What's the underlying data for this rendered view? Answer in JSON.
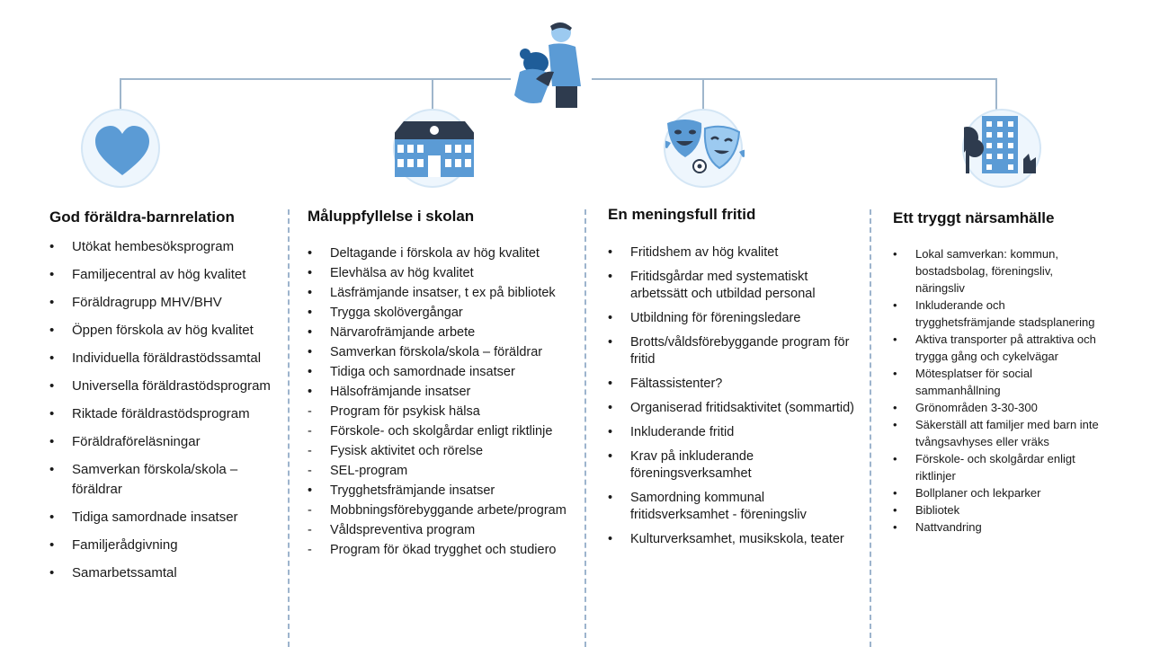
{
  "colors": {
    "accent": "#5b9bd5",
    "connector": "#9fb6cc",
    "divider": "#9db4cd",
    "icon_circle": "#eef6fd",
    "dark": "#2e3b4e"
  },
  "top_icon": "parent-with-child-icon",
  "columns": [
    {
      "icon": "heart-icon",
      "title": "God föräldra-barnrelation",
      "items": [
        {
          "text": "Utökat hembesöksprogram",
          "marker": "bullet"
        },
        {
          "text": "Familjecentral av hög kvalitet",
          "marker": "bullet"
        },
        {
          "text": "Föräldragrupp MHV/BHV",
          "marker": "bullet"
        },
        {
          "text": "Öppen förskola av hög kvalitet",
          "marker": "bullet"
        },
        {
          "text": "Individuella föräldrastödssamtal",
          "marker": "bullet"
        },
        {
          "text": "Universella föräldrastödsprogram",
          "marker": "bullet"
        },
        {
          "text": "Riktade föräldrastödsprogram",
          "marker": "bullet"
        },
        {
          "text": "Föräldraföreläsningar",
          "marker": "bullet"
        },
        {
          "text": "Samverkan förskola/skola – föräldrar",
          "marker": "bullet"
        },
        {
          "text": "Tidiga samordnade insatser",
          "marker": "bullet"
        },
        {
          "text": "Familjerådgivning",
          "marker": "bullet"
        },
        {
          "text": "Samarbetssamtal",
          "marker": "bullet"
        }
      ]
    },
    {
      "icon": "school-building-icon",
      "title": "Måluppfyllelse  i skolan",
      "items": [
        {
          "text": "Deltagande i förskola av hög kvalitet",
          "marker": "bullet"
        },
        {
          "text": "Elevhälsa av hög kvalitet",
          "marker": "bullet"
        },
        {
          "text": "Läsfrämjande insatser, t ex på bibliotek",
          "marker": "bullet"
        },
        {
          "text": "Trygga skolövergångar",
          "marker": "bullet"
        },
        {
          "text": "Närvarofrämjande arbete",
          "marker": "bullet"
        },
        {
          "text": "Samverkan förskola/skola –  föräldrar",
          "marker": "bullet"
        },
        {
          "text": "Tidiga och samordnade insatser",
          "marker": "bullet"
        },
        {
          "text": "Hälsofrämjande insatser",
          "marker": "bullet"
        },
        {
          "text": "Program för psykisk hälsa",
          "marker": "dash"
        },
        {
          "text": "Förskole- och skolgårdar enligt riktlinje",
          "marker": "dash"
        },
        {
          "text": "Fysisk aktivitet och rörelse",
          "marker": "dash"
        },
        {
          "text": "SEL-program",
          "marker": "dash"
        },
        {
          "text": "Trygghetsfrämjande  insatser",
          "marker": "bullet"
        },
        {
          "text": "Mobbningsförebyggande arbete/program",
          "marker": "dash"
        },
        {
          "text": "Våldspreventiva program",
          "marker": "dash"
        },
        {
          "text": "Program för ökad trygghet och studiero",
          "marker": "dash"
        }
      ]
    },
    {
      "icon": "theater-masks-icon",
      "title": "En meningsfull fritid",
      "items": [
        {
          "text": "Fritidshem av hög kvalitet",
          "marker": "bullet"
        },
        {
          "text": "Fritidsgårdar med systematiskt arbetssätt och utbildad personal",
          "marker": "bullet"
        },
        {
          "text": "Utbildning för föreningsledare",
          "marker": "bullet"
        },
        {
          "text": "Brotts/våldsförebyggande program för fritid",
          "marker": "bullet"
        },
        {
          "text": "Fältassistenter?",
          "marker": "bullet"
        },
        {
          "text": "Organiserad fritidsaktivitet (sommartid)",
          "marker": "bullet"
        },
        {
          "text": "Inkluderande fritid",
          "marker": "bullet"
        },
        {
          "text": "Krav på inkluderande föreningsverksamhet",
          "marker": "bullet"
        },
        {
          "text": "Samordning kommunal fritidsverksamhet - föreningsliv",
          "marker": "bullet"
        },
        {
          "text": "Kulturverksamhet, musikskola, teater",
          "marker": "bullet"
        }
      ]
    },
    {
      "icon": "city-building-tree-icon",
      "title": "Ett tryggt närsamhälle",
      "items": [
        {
          "text": "Lokal samverkan: kommun, bostadsbolag, föreningsliv, näringsliv",
          "marker": "bullet"
        },
        {
          "text": "Inkluderande och trygghetsfrämjande stadsplanering",
          "marker": "bullet"
        },
        {
          "text": "Aktiva transporter på attraktiva och trygga gång och cykelvägar",
          "marker": "bullet"
        },
        {
          "text": "Mötesplatser för social sammanhållning",
          "marker": "bullet"
        },
        {
          "text": "Grönområden  3-30-300",
          "marker": "bullet"
        },
        {
          "text": "Säkerställ att familjer med barn inte tvångsavhyses eller vräks",
          "marker": "bullet"
        },
        {
          "text": "Förskole- och skolgårdar enligt riktlinjer",
          "marker": "bullet"
        },
        {
          "text": "Bollplaner och lekparker",
          "marker": "bullet"
        },
        {
          "text": "Bibliotek",
          "marker": "bullet"
        },
        {
          "text": "Nattvandring",
          "marker": "bullet"
        }
      ]
    }
  ]
}
